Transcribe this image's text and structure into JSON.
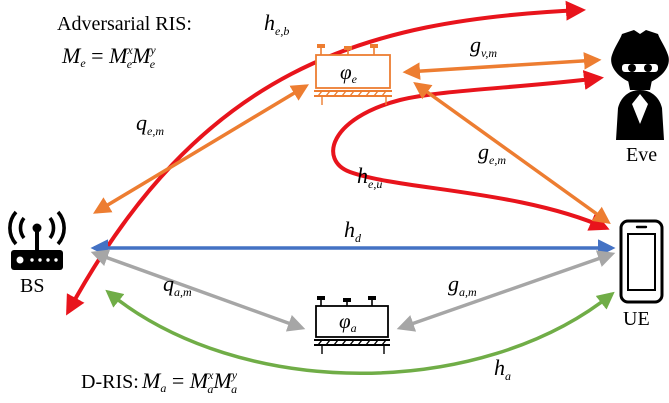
{
  "colors": {
    "red": "#e8141c",
    "orange": "#ed7d31",
    "blue": "#4472c4",
    "gray": "#a6a6a6",
    "green": "#70ad47",
    "ris_orange": "#ed7d31",
    "black": "#000000"
  },
  "icons": {
    "bs": "wireless-router-icon",
    "ue": "smartphone-icon",
    "eve": "hooded-spy-icon",
    "adversarial_ris": "ris-panel-icon",
    "d_ris": "ris-panel-icon"
  },
  "nodes": {
    "bs_label": "BS",
    "ue_label": "UE",
    "eve_label": "Eve"
  },
  "adversarial_ris": {
    "title": "Adversarial RIS:",
    "eq_lhs": "M",
    "eq_lhs_sub": "e",
    "eq_rhs1": "M",
    "eq_rhs1_sup": "x",
    "eq_rhs1_sub": "e",
    "eq_rhs2": "M",
    "eq_rhs2_sup": "y",
    "eq_rhs2_sub": "e",
    "phase": "φ",
    "phase_sub": "e"
  },
  "d_ris": {
    "title": "D-RIS:",
    "eq_lhs": "M",
    "eq_lhs_sub": "a",
    "eq_rhs1": "M",
    "eq_rhs1_sup": "x",
    "eq_rhs1_sub": "a",
    "eq_rhs2": "M",
    "eq_rhs2_sup": "y",
    "eq_rhs2_sub": "a",
    "phase": "φ",
    "phase_sub": "a"
  },
  "channels": {
    "h_eb": {
      "base": "h",
      "sub": "e,b"
    },
    "g_vm": {
      "base": "g",
      "sub": "v,m"
    },
    "q_em": {
      "base": "q",
      "sub": "e,m"
    },
    "g_em": {
      "base": "g",
      "sub": "e,m"
    },
    "h_eu": {
      "base": "h",
      "sub": "e,u"
    },
    "h_d": {
      "base": "h",
      "sub": "d"
    },
    "q_am": {
      "base": "q",
      "sub": "a,m"
    },
    "g_am": {
      "base": "g",
      "sub": "a,m"
    },
    "h_a": {
      "base": "h",
      "sub": "a"
    }
  }
}
